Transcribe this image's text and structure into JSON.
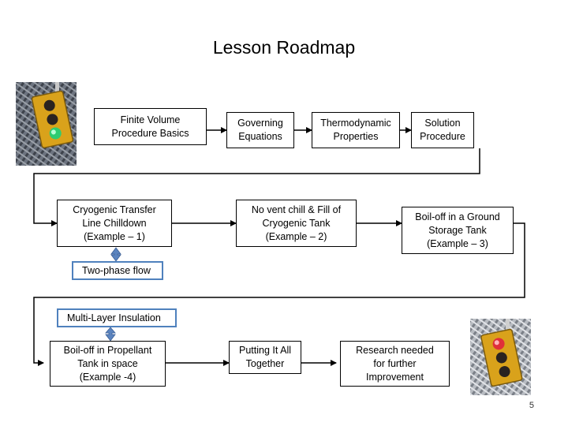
{
  "title": "Lesson Roadmap",
  "row1": {
    "finite_volume": "Finite Volume\nProcedure  Basics",
    "governing": "Governing\nEquations",
    "thermo": "Thermodynamic\nProperties",
    "solution": "Solution\nProcedure"
  },
  "row2": {
    "cryogenic_transfer": "Cryogenic Transfer\nLine Chilldown\n(Example – 1)",
    "no_vent": "No vent chill & Fill of\nCryogenic Tank\n(Example – 2)",
    "boiloff_ground": "Boil-off in a Ground\nStorage Tank\n(Example – 3)"
  },
  "row3": {
    "boiloff_propellant": "Boil-off in Propellant\nTank in space\n(Example -4)",
    "putting_together": "Putting It All\nTogether",
    "research": "Research needed\nfor further\nImprovement"
  },
  "tags": {
    "two_phase": "Two-phase flow",
    "mli": "Multi-Layer Insulation"
  },
  "colors": {
    "tag_border": "#4f81bd",
    "double_arrow": "#5b84bf",
    "light_green": "#2ecc71",
    "light_red": "#e0303a",
    "signal_yellow": "#d9a21b"
  },
  "images": {
    "top_left": "traffic-light-green",
    "bottom_right": "traffic-light-red"
  },
  "page_number": "5"
}
